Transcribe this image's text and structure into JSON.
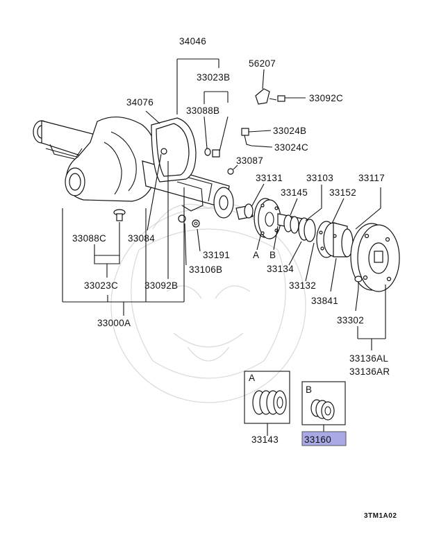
{
  "diagram": {
    "labels": {
      "p34046": "34046",
      "p33023B": "33023B",
      "p56207": "56207",
      "p33092C": "33092C",
      "p34076": "34076",
      "p33088B": "33088B",
      "p33024B": "33024B",
      "p33024C": "33024C",
      "p33087": "33087",
      "p33131": "33131",
      "p33103": "33103",
      "p33117": "33117",
      "p33145": "33145",
      "p33152": "33152",
      "p33088C": "33088C",
      "p33084": "33084",
      "pA": "A",
      "pB": "B",
      "p33134": "33134",
      "p33191": "33191",
      "p33106B": "33106B",
      "p33023C": "33023C",
      "p33092B": "33092B",
      "p33132": "33132",
      "p33841": "33841",
      "p33000A": "33000A",
      "p33302": "33302",
      "p33136AL": "33136AL",
      "p33136AR": "33136AR",
      "boxA": "A",
      "boxB": "B",
      "p33143": "33143",
      "p33160": "33160",
      "code": "3TM1A02"
    },
    "highlight_color": "#a9a9e6"
  }
}
